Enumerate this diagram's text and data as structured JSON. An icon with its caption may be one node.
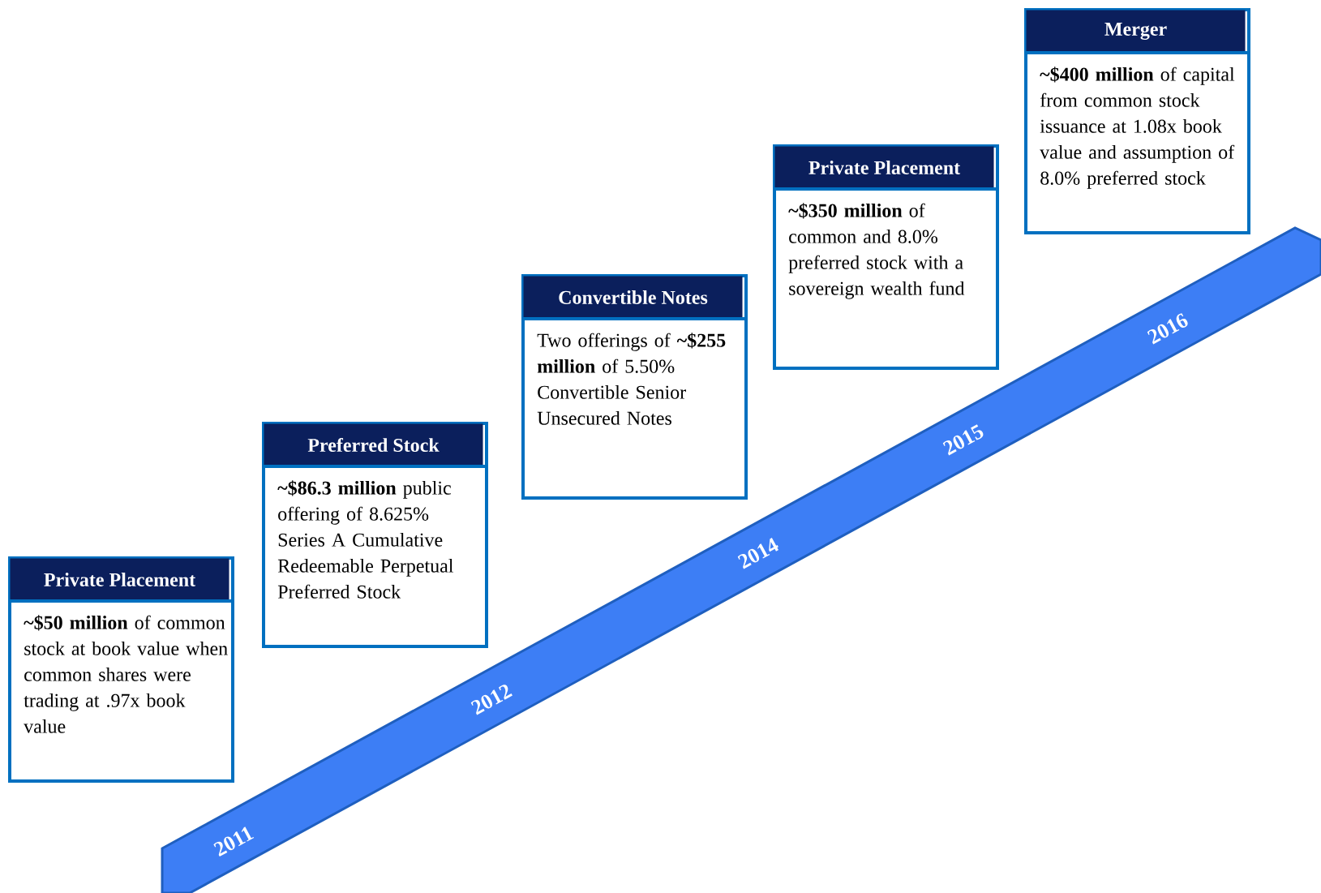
{
  "diagram": {
    "nodes": [
      {
        "text": [
          "Private Placement",
          "**~$50 million** of common stock at book value when common shares were trading at .97x book value"
        ]
      },
      {
        "text": [
          "Preferred Stock",
          "**~$86.3 million** public offering of 8.625% Series A Cumulative Redeemable Perpetual Preferred Stock"
        ]
      },
      {
        "text": [
          "Convertible Notes",
          "Two offerings of **~$255 million** of 5.50% Convertible Senior Unsecured Notes"
        ]
      },
      {
        "text": [
          "Private Placement",
          "**~$350 million** of common and 8.0% preferred stock with a sovereign wealth fund"
        ]
      },
      {
        "text": [
          "Merger",
          "**~$400 million** of capital from common stock issuance at 1.08x book value and assumption of 8.0% preferred stock"
        ]
      }
    ],
    "labels": [
      "2011",
      "2012",
      "2014",
      "2015",
      "2016"
    ]
  }
}
